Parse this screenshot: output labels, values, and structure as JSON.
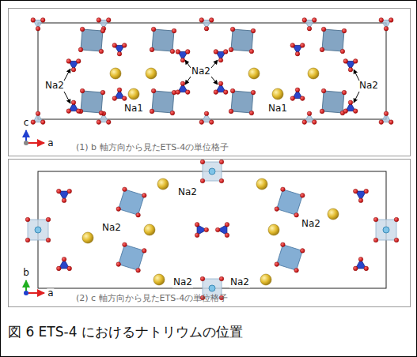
{
  "diagram": {
    "caption": "図 6 ETS-4 におけるナトリウムの位置",
    "nodes": [
      {
        "text": [
          "(1) b 軸方向から見たETS-4の単位格子"
        ]
      },
      {
        "text": [
          "(2) c 軸方向から見たETS-4の単位格子"
        ]
      }
    ],
    "labels": [
      "Na2",
      "Na2",
      "Na2",
      "Na1",
      "Na1",
      "c",
      "a",
      "Na2",
      "Na2",
      "Na2",
      "Na2",
      "Na2",
      "b",
      "a"
    ]
  }
}
